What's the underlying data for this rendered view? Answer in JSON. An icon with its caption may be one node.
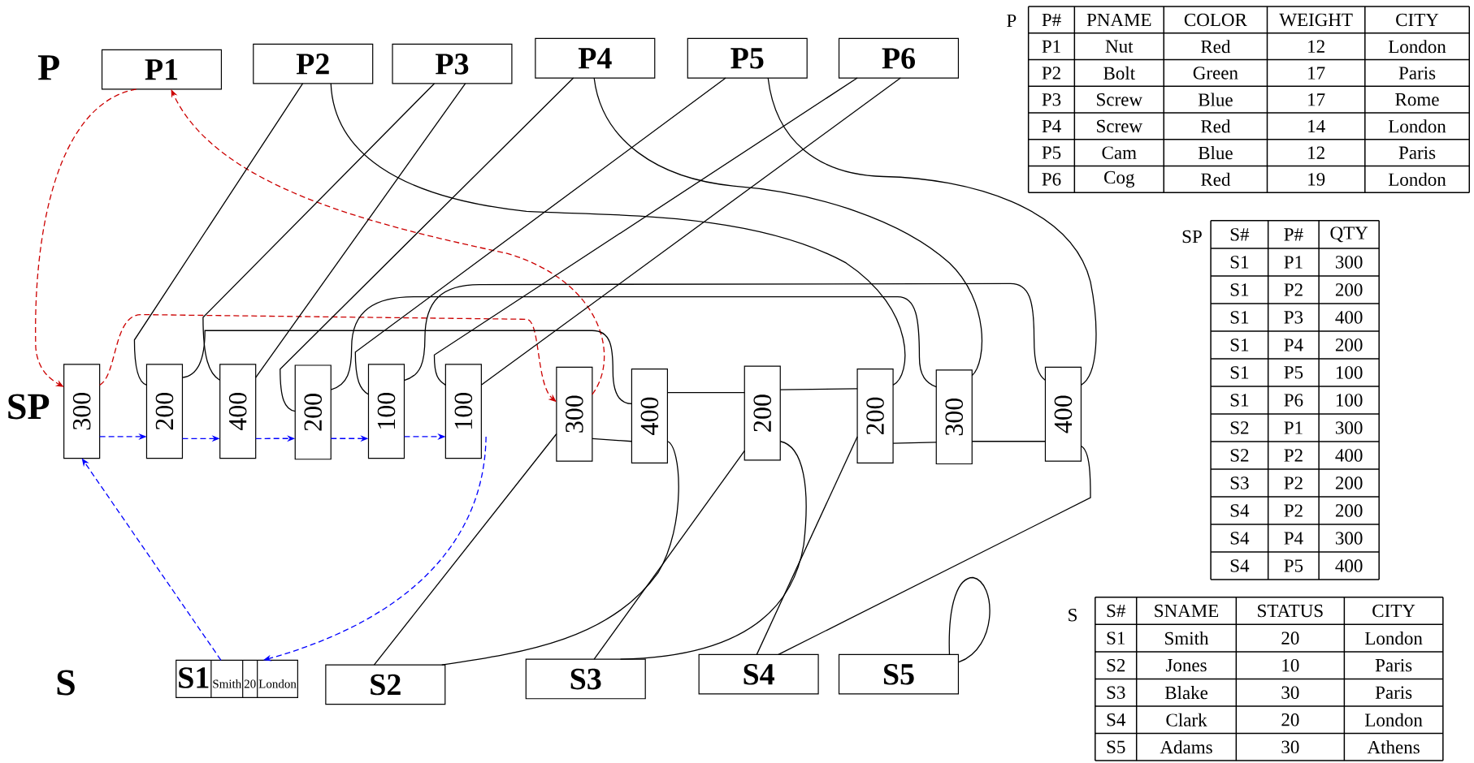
{
  "diagram": {
    "nodes": [
      {
        "text": [
          "P1"
        ]
      },
      {
        "text": [
          "P2"
        ]
      },
      {
        "text": [
          "P3"
        ]
      },
      {
        "text": [
          "P4"
        ]
      },
      {
        "text": [
          "P5"
        ]
      },
      {
        "text": [
          "P6"
        ]
      },
      {
        "text": [
          "300"
        ]
      },
      {
        "text": [
          "200"
        ]
      },
      {
        "text": [
          "400"
        ]
      },
      {
        "text": [
          "200"
        ]
      },
      {
        "text": [
          "100"
        ]
      },
      {
        "text": [
          "100"
        ]
      },
      {
        "text": [
          "300"
        ]
      },
      {
        "text": [
          "400"
        ]
      },
      {
        "text": [
          "200"
        ]
      },
      {
        "text": [
          "200"
        ]
      },
      {
        "text": [
          "300"
        ]
      },
      {
        "text": [
          "400"
        ]
      },
      {
        "text": [
          "S1",
          "Smith",
          "20",
          "London"
        ]
      },
      {
        "text": [
          "S2"
        ]
      },
      {
        "text": [
          "S3"
        ]
      },
      {
        "text": [
          "S4"
        ]
      },
      {
        "text": [
          "S5"
        ]
      }
    ],
    "edges": [
      {
        "from": 0,
        "to": 6,
        "arrow": "to",
        "style": "dashed",
        "color": "#cc0000"
      },
      {
        "from": 6,
        "to": 12,
        "arrow": "to",
        "style": "dashed",
        "color": "#cc0000"
      },
      {
        "from": 12,
        "to": 0,
        "arrow": "to",
        "style": "dashed",
        "color": "#cc0000"
      },
      {
        "from": 1,
        "to": 7,
        "arrow": "none"
      },
      {
        "from": 7,
        "to": 13,
        "arrow": "none"
      },
      {
        "from": 13,
        "to": 14,
        "arrow": "none"
      },
      {
        "from": 14,
        "to": 15,
        "arrow": "none"
      },
      {
        "from": 15,
        "to": 1,
        "arrow": "none"
      },
      {
        "from": 2,
        "to": 8,
        "arrow": "none"
      },
      {
        "from": 2,
        "to": 8,
        "arrow": "none"
      },
      {
        "from": 3,
        "to": 9,
        "arrow": "none"
      },
      {
        "from": 9,
        "to": 16,
        "arrow": "none"
      },
      {
        "from": 16,
        "to": 3,
        "arrow": "none"
      },
      {
        "from": 4,
        "to": 10,
        "arrow": "none"
      },
      {
        "from": 10,
        "to": 17,
        "arrow": "none"
      },
      {
        "from": 17,
        "to": 4,
        "arrow": "none"
      },
      {
        "from": 5,
        "to": 11,
        "arrow": "none"
      },
      {
        "from": 5,
        "to": 11,
        "arrow": "none"
      },
      {
        "from": 18,
        "to": 6,
        "arrow": "to",
        "style": "dashed",
        "color": "#0000ff"
      },
      {
        "from": 6,
        "to": 7,
        "arrow": "to",
        "style": "dashed",
        "color": "#0000ff"
      },
      {
        "from": 7,
        "to": 8,
        "arrow": "to",
        "style": "dashed",
        "color": "#0000ff"
      },
      {
        "from": 8,
        "to": 9,
        "arrow": "to",
        "style": "dashed",
        "color": "#0000ff"
      },
      {
        "from": 9,
        "to": 10,
        "arrow": "to",
        "style": "dashed",
        "color": "#0000ff"
      },
      {
        "from": 10,
        "to": 11,
        "arrow": "to",
        "style": "dashed",
        "color": "#0000ff"
      },
      {
        "from": 11,
        "to": 18,
        "arrow": "to",
        "style": "dashed",
        "color": "#0000ff"
      },
      {
        "from": 19,
        "to": 12,
        "arrow": "none"
      },
      {
        "from": 12,
        "to": 13,
        "arrow": "none"
      },
      {
        "from": 13,
        "to": 19,
        "arrow": "none"
      },
      {
        "from": 20,
        "to": 14,
        "arrow": "none"
      },
      {
        "from": 14,
        "to": 20,
        "arrow": "none"
      },
      {
        "from": 21,
        "to": 15,
        "arrow": "none"
      },
      {
        "from": 15,
        "to": 16,
        "arrow": "none"
      },
      {
        "from": 16,
        "to": 17,
        "arrow": "none"
      },
      {
        "from": 17,
        "to": 21,
        "arrow": "none"
      },
      {
        "from": 22,
        "to": 22,
        "arrow": "none"
      }
    ],
    "labels": [
      "P",
      "SP",
      "S",
      "P",
      "P#",
      "PNAME",
      "COLOR",
      "WEIGHT",
      "CITY",
      "P1",
      "Nut",
      "Red",
      "12",
      "London",
      "P2",
      "Bolt",
      "Green",
      "17",
      "Paris",
      "P3",
      "Screw",
      "Blue",
      "17",
      "Rome",
      "P4",
      "Screw",
      "Red",
      "14",
      "London",
      "P5",
      "Cam",
      "Blue",
      "12",
      "Paris",
      "P6",
      "Cog",
      "Red",
      "19",
      "London",
      "SP",
      "S#",
      "P#",
      "QTY",
      "S1",
      "P1",
      "300",
      "S1",
      "P2",
      "200",
      "S1",
      "P3",
      "400",
      "S1",
      "P4",
      "200",
      "S1",
      "P5",
      "100",
      "S1",
      "P6",
      "100",
      "S2",
      "P1",
      "300",
      "S2",
      "P2",
      "400",
      "S3",
      "P2",
      "200",
      "S4",
      "P2",
      "200",
      "S4",
      "P4",
      "300",
      "S4",
      "P5",
      "400",
      "S",
      "S#",
      "SNAME",
      "STATUS",
      "CITY",
      "S1",
      "Smith",
      "20",
      "London",
      "S2",
      "Jones",
      "10",
      "Paris",
      "S3",
      "Blake",
      "30",
      "Paris",
      "S4",
      "Clark",
      "20",
      "London",
      "S5",
      "Adams",
      "30",
      "Athens"
    ]
  }
}
